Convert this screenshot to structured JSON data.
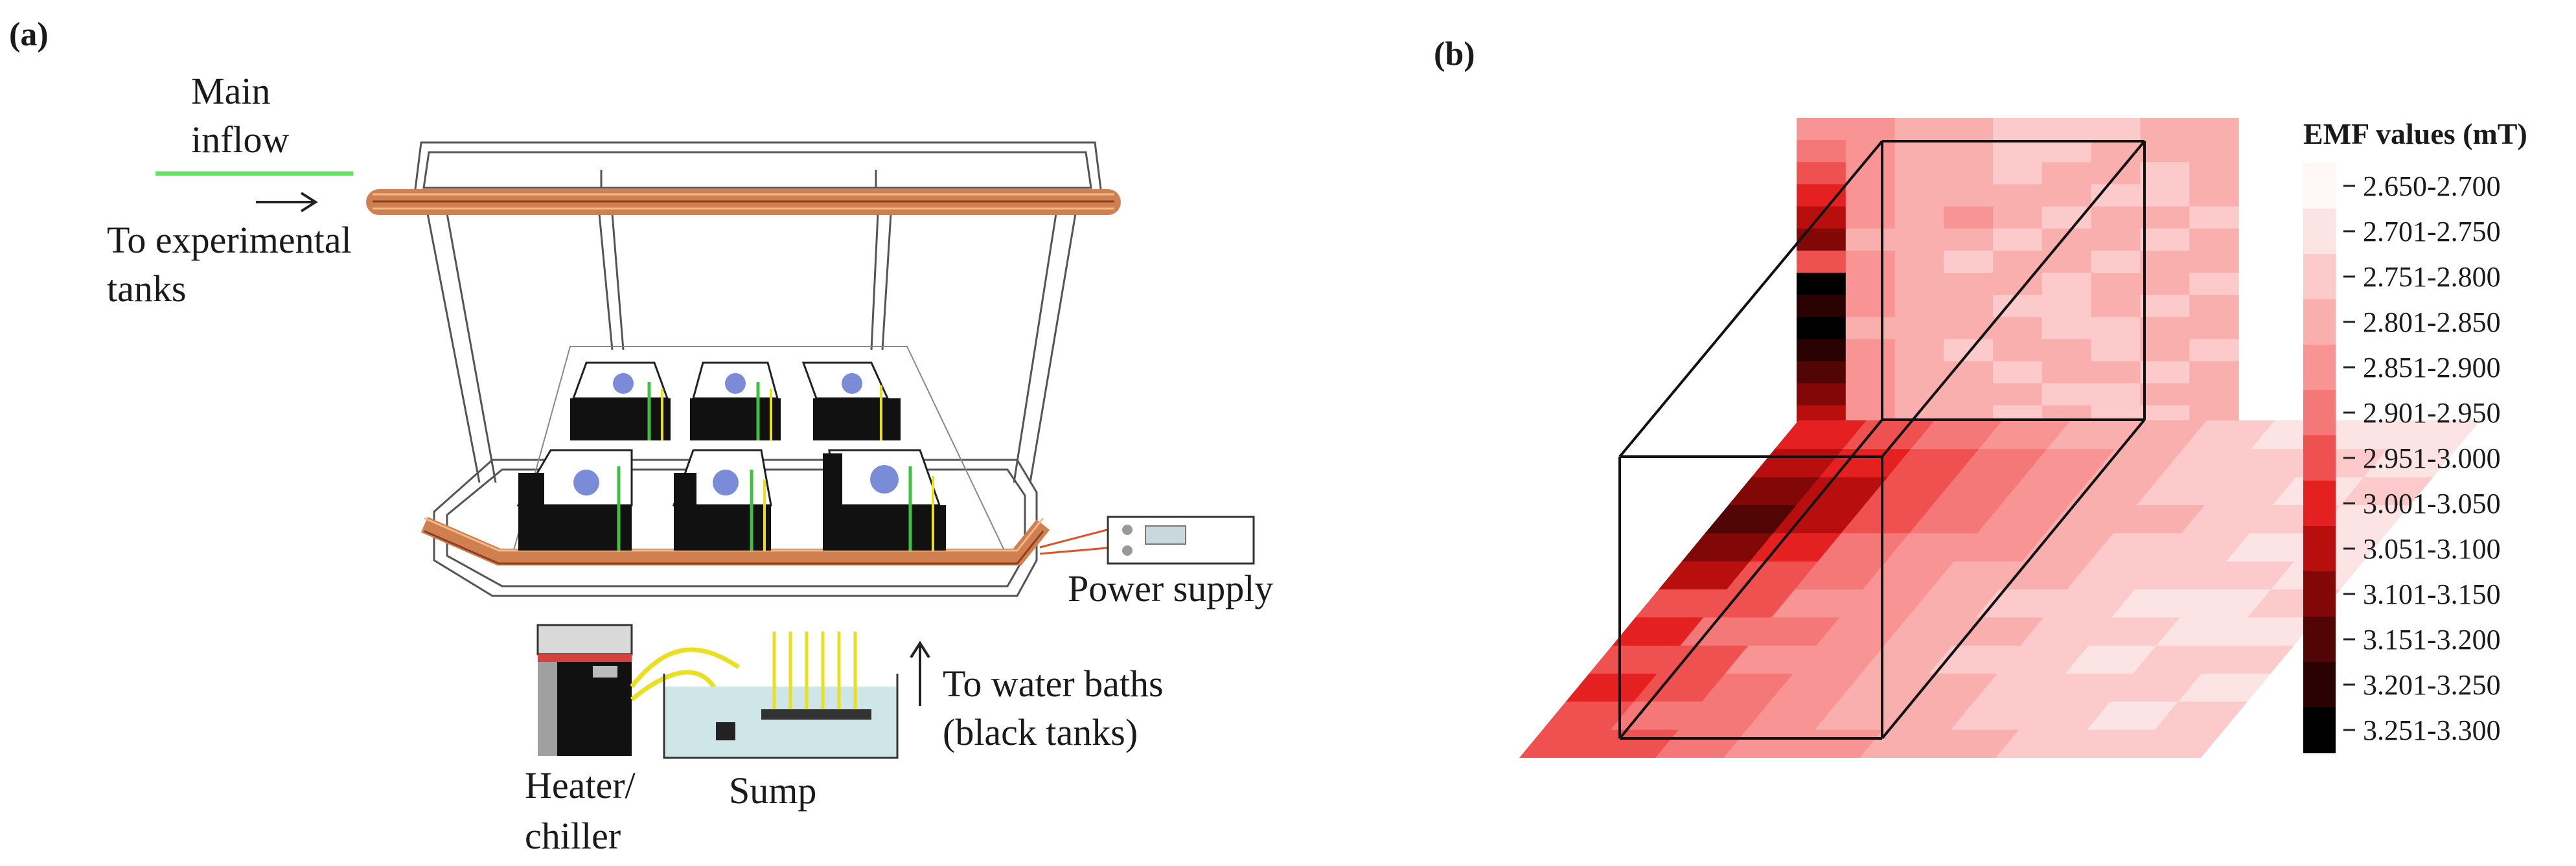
{
  "panel_a": {
    "letter": "(a)",
    "labels": {
      "main_inflow_line1": "Main",
      "main_inflow_line2": "inflow",
      "to_experimental_line1": "To experimental",
      "to_experimental_line2": "tanks",
      "power_supply": "Power supply",
      "to_water_baths_line1": "To water baths",
      "to_water_baths_line2": "(black tanks)",
      "heater_line1": "Heater/",
      "heater_line2": "chiller",
      "sump": "Sump"
    },
    "colors": {
      "inflow_line": "#66e066",
      "coil": "#d08050",
      "tank": "#111111",
      "supply_tube": "#e8e020",
      "tank_tube": "#40c040",
      "sump_water": "#cfe6e8"
    }
  },
  "panel_b": {
    "letter": "(b)",
    "legend_title": "EMF values (mT)",
    "legend_items": [
      {
        "label": "2.650-2.700",
        "color": "#fff7f7"
      },
      {
        "label": "2.701-2.750",
        "color": "#fde4e4"
      },
      {
        "label": "2.751-2.800",
        "color": "#fccaca"
      },
      {
        "label": "2.801-2.850",
        "color": "#faafaf"
      },
      {
        "label": "2.851-2.900",
        "color": "#f89494"
      },
      {
        "label": "2.901-2.950",
        "color": "#f47878"
      },
      {
        "label": "2.951-3.000",
        "color": "#ef5050"
      },
      {
        "label": "3.001-3.050",
        "color": "#e52020"
      },
      {
        "label": "3.051-3.100",
        "color": "#b80e0e"
      },
      {
        "label": "3.101-3.150",
        "color": "#820808"
      },
      {
        "label": "3.151-3.200",
        "color": "#520505"
      },
      {
        "label": "3.201-3.250",
        "color": "#2a0202"
      },
      {
        "label": "3.251-3.300",
        "color": "#000000"
      }
    ],
    "emf_grid": {
      "back_panel": [
        [
          4,
          4,
          3,
          3,
          2,
          2,
          2,
          3,
          3
        ],
        [
          5,
          4,
          3,
          3,
          2,
          2,
          3,
          3,
          3
        ],
        [
          6,
          4,
          3,
          3,
          2,
          3,
          3,
          2,
          3
        ],
        [
          7,
          4,
          3,
          3,
          3,
          3,
          2,
          2,
          3
        ],
        [
          8,
          4,
          3,
          4,
          3,
          2,
          3,
          3,
          2
        ],
        [
          9,
          3,
          3,
          3,
          2,
          3,
          3,
          2,
          3
        ],
        [
          6,
          4,
          3,
          2,
          3,
          3,
          2,
          3,
          3
        ],
        [
          12,
          4,
          3,
          3,
          3,
          2,
          3,
          3,
          2
        ],
        [
          11,
          4,
          3,
          3,
          2,
          2,
          3,
          2,
          3
        ],
        [
          12,
          3,
          3,
          3,
          3,
          2,
          2,
          3,
          3
        ],
        [
          11,
          4,
          3,
          2,
          3,
          3,
          2,
          3,
          2
        ],
        [
          10,
          4,
          3,
          3,
          2,
          3,
          3,
          2,
          3
        ],
        [
          9,
          4,
          3,
          3,
          3,
          2,
          2,
          3,
          3
        ],
        [
          8,
          4,
          3,
          3,
          2,
          3,
          2,
          2,
          3
        ]
      ],
      "floor": [
        [
          6,
          6,
          5,
          4,
          4,
          3,
          3,
          2,
          2,
          2
        ],
        [
          6,
          5,
          5,
          4,
          3,
          3,
          2,
          2,
          1,
          2
        ],
        [
          7,
          6,
          5,
          4,
          3,
          3,
          2,
          2,
          2,
          1
        ],
        [
          6,
          6,
          4,
          4,
          3,
          2,
          2,
          1,
          2,
          2
        ],
        [
          7,
          5,
          5,
          4,
          3,
          3,
          2,
          2,
          1,
          1
        ],
        [
          6,
          6,
          4,
          4,
          3,
          2,
          2,
          1,
          1,
          2
        ],
        [
          8,
          6,
          5,
          4,
          3,
          3,
          2,
          2,
          2,
          1
        ],
        [
          9,
          7,
          5,
          4,
          4,
          3,
          2,
          2,
          1,
          1
        ],
        [
          10,
          8,
          6,
          5,
          4,
          3,
          3,
          2,
          2,
          1
        ],
        [
          9,
          8,
          6,
          5,
          4,
          3,
          2,
          2,
          1,
          2
        ],
        [
          8,
          7,
          6,
          5,
          4,
          3,
          2,
          2,
          2,
          1
        ],
        [
          7,
          6,
          5,
          4,
          3,
          3,
          2,
          1,
          1,
          1
        ]
      ]
    }
  }
}
